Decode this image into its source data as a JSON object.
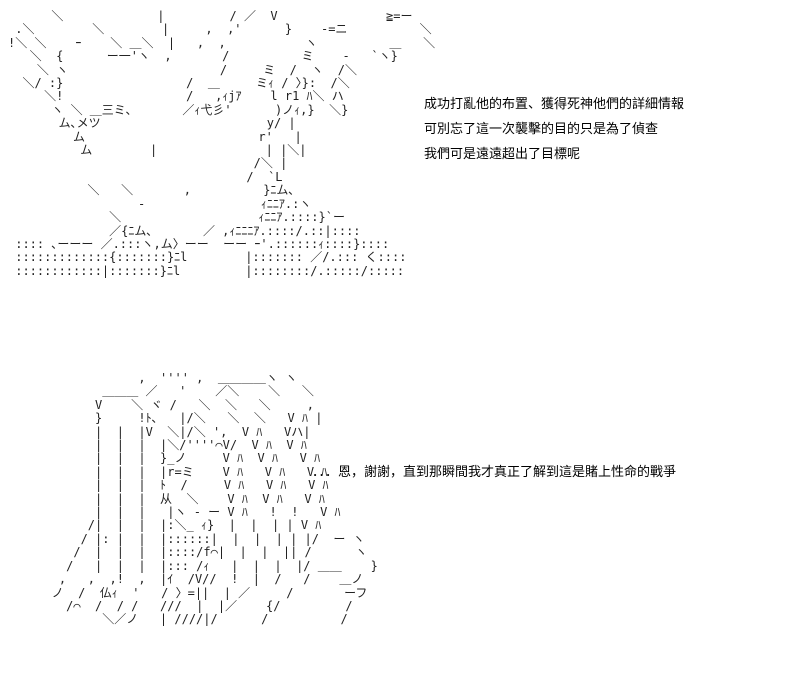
{
  "panel_top": {
    "ascii_art": "      ＼             |         / ／  V               ≧=ー\n .＼        ＼        |     ,  ,'      }    -=ニ          ＼\n!＼ ＼    ｰ    ＼ ＿＼  |   ,  ,           ヽ          ＿   ＼\n   ＼  {      ー一'ヽ  ,       /          ミ    -   `ヽ}\n    ＼ ヽ                     /     ミ  /  ヽ  /＼\n  ＼/ :}                 /  ＿     ミｨ / 〉}:  /＼\n     ＼!                 /   ,ｨjｱ    l r1 ﾊ＼ ハ\n      ヽ ＼ ＿三ミ､       ／ｨ弋彡'      )ノｨ,}  ＼}\n       ム､メツ                       y/ |\n         ム                        r'   |\n          ム        |               | |＼|\n                                  /＼ |\n                                 /  `L\n           ＼   ＼       ,          }ﾆム､\n                  -                ｨﾆﾆｱ.:ヽ\n              ＼                   ｨﾆﾆｱ.::::}`ー\n              ／{ﾆム､       ／ ,ｨﾆﾆﾆｱ.::::/.::|::::\n :::: ､ーーー ／.:::ヽ,ム〉ーー  ーー ｰ'.::::::ｨ::::}::::\n :::::::::::::{:::::::}ﾆl        |::::::: ／/.::: く::::\n ::::::::::::|:::::::}ﾆl         |::::::::/.:::::/:::::",
    "dialogue": [
      "成功打亂他的布置、獲得死神他們的詳細情報",
      "可別忘了這一次襲擊的目的只是為了偵查",
      "我們可是遠遠超出了目標呢"
    ]
  },
  "panel_bottom": {
    "ascii_art": "               ,  '''' ,  ＿＿＿＿ヽ ヽ\n          ＿＿＿ ／   '    ／＼    ＼   ＼\n         V    ＼ ヾ /   ＼  ＼   ＼     ,\n         }     !ﾄ､   |/＼   ＼  ＼   V ﾊ |\n         |  |  |V  ＼|/＼ ',  V ﾊ   Vハ|\n         |  |  |  |＼/''''⌒V/  V ﾊ  V ﾊ\n         |  |  |  }_ノ     V ﾊ  V ﾊ   V ﾊ\n         |  |  |  |r=ミ    V ﾊ   V ﾊ   V ﾊ\n         |  |  |  ﾄ  /     V ﾊ   V ﾊ   V ﾊ\n         |  |  |  从  ＼    V ﾊ  V ﾊ   V ﾊ\n         |  |  |   |ヽ - ー V ﾊ   !  !   V ﾊ\n        /|  |  |  |:＼_ ｨ}  |  |  | | V ﾊ\n       / |: |  |  |::::::|  |  |  | | |/  ー ヽ\n      /  |  |  |  |::::/f⌒|  |  |  || /      ヽ\n     /   |  |  |  |::: /ｨ   |  |  |  |/ ＿＿    }\n    ,   ,  ,!  ,  |ｲ  /V//  !  |  /   /    ＿ノ\n   ノ  /  仏ｨ  '   / 〉=||  | ／     /       ーフ\n     /⌒  /  / /   ///  |  |／    {/         /\n          ＼／ノ   | ////|/      /          /",
    "dialogue": [
      "．．．恩，謝謝，直到那瞬間我才真正了解到這是賭上性命的戰爭"
    ]
  }
}
